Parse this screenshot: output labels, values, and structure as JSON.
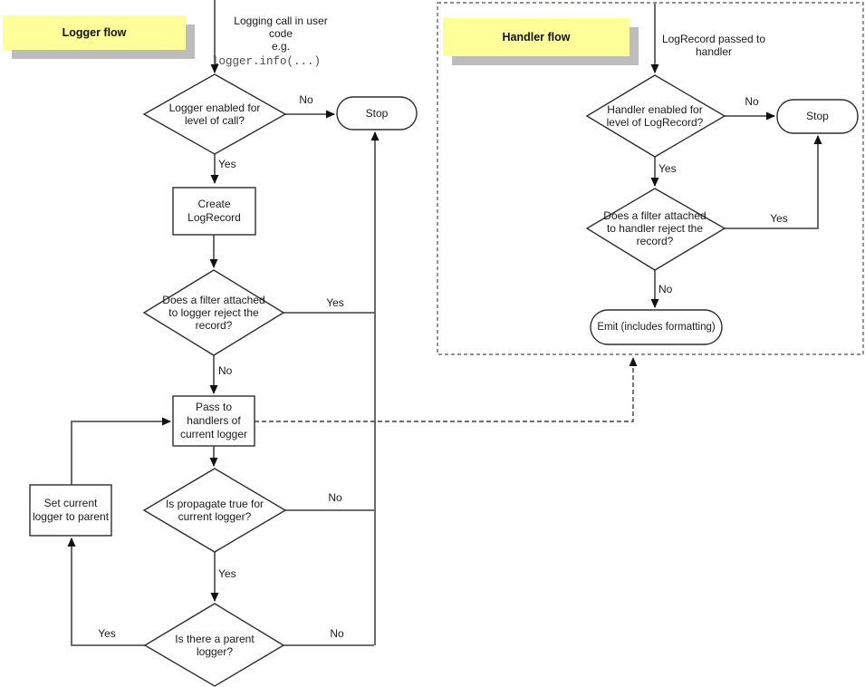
{
  "diagram": {
    "edge_labels": {
      "yes": "Yes",
      "no": "No"
    },
    "logger_flow": {
      "title": "Logger flow",
      "entry_caption": "Logging call in user\ncode\ne.g.",
      "entry_code": "logger.info(...)",
      "nodes": {
        "enabled_check": "Logger enabled for\nlevel of call?",
        "stop": "Stop",
        "create_logrecord": "Create\nLogRecord",
        "filter_check": "Does a filter attached\nto logger reject the\nrecord?",
        "pass_to_handlers": "Pass to\nhandlers of\ncurrent logger",
        "propagate_check": "Is propagate true for\ncurrent logger?",
        "parent_check": "Is there a parent\nlogger?",
        "set_current_logger": "Set current\nlogger to parent"
      }
    },
    "handler_flow": {
      "title": "Handler flow",
      "entry_caption": "LogRecord passed to\nhandler",
      "nodes": {
        "enabled_check": "Handler enabled for\nlevel of LogRecord?",
        "stop": "Stop",
        "filter_check": "Does a filter attached\nto handler reject the\nrecord?",
        "emit": "Emit (includes formatting)"
      }
    },
    "colors": {
      "note_fill": "#FFFF99",
      "note_shadow": "#BDBDBD",
      "connector": "#595959",
      "shape_stroke": "#2e2e2e",
      "text": "#1a1a1a",
      "code_text": "#4d4d4d"
    }
  }
}
